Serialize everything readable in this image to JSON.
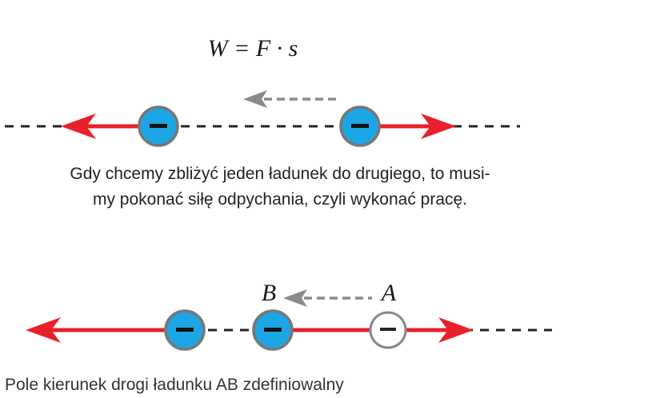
{
  "formula": "W = F · s",
  "panel1": {
    "caption_lines": [
      "Gdy chcemy zbliżyć jeden ładunek do drugiego, to musi-",
      "my pokonać siłę odpychania, czyli wykonać pracę."
    ]
  },
  "panel2": {
    "label_b": "B",
    "label_a": "A",
    "caption_partial": "Pole kierunek drogi ładunku AB zdefiniowalny"
  },
  "charge_sign": "−",
  "colors": {
    "charge_fill": "#1da6e6",
    "charge_stroke": "#777777",
    "force_arrow": "#e8202a",
    "move_arrow": "#8a8a8a",
    "line": "#222222",
    "ghost_fill": "#ffffff"
  }
}
